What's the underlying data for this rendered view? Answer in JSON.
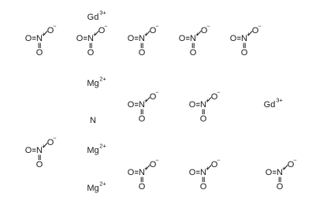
{
  "structure": {
    "ions": [
      {
        "element": "Gd",
        "charge": "3+"
      },
      {
        "element": "Mg",
        "charge": "2+"
      },
      {
        "element": "N",
        "charge": ""
      },
      {
        "element": "Mg",
        "charge": "2+"
      },
      {
        "element": "Mg",
        "charge": "2+"
      },
      {
        "element": "Gd",
        "charge": "3+"
      }
    ],
    "nitrate": {
      "oxygen": "O",
      "nitrogen": "N",
      "anion_charge": "−",
      "n_charge": "+",
      "count": 11
    }
  }
}
